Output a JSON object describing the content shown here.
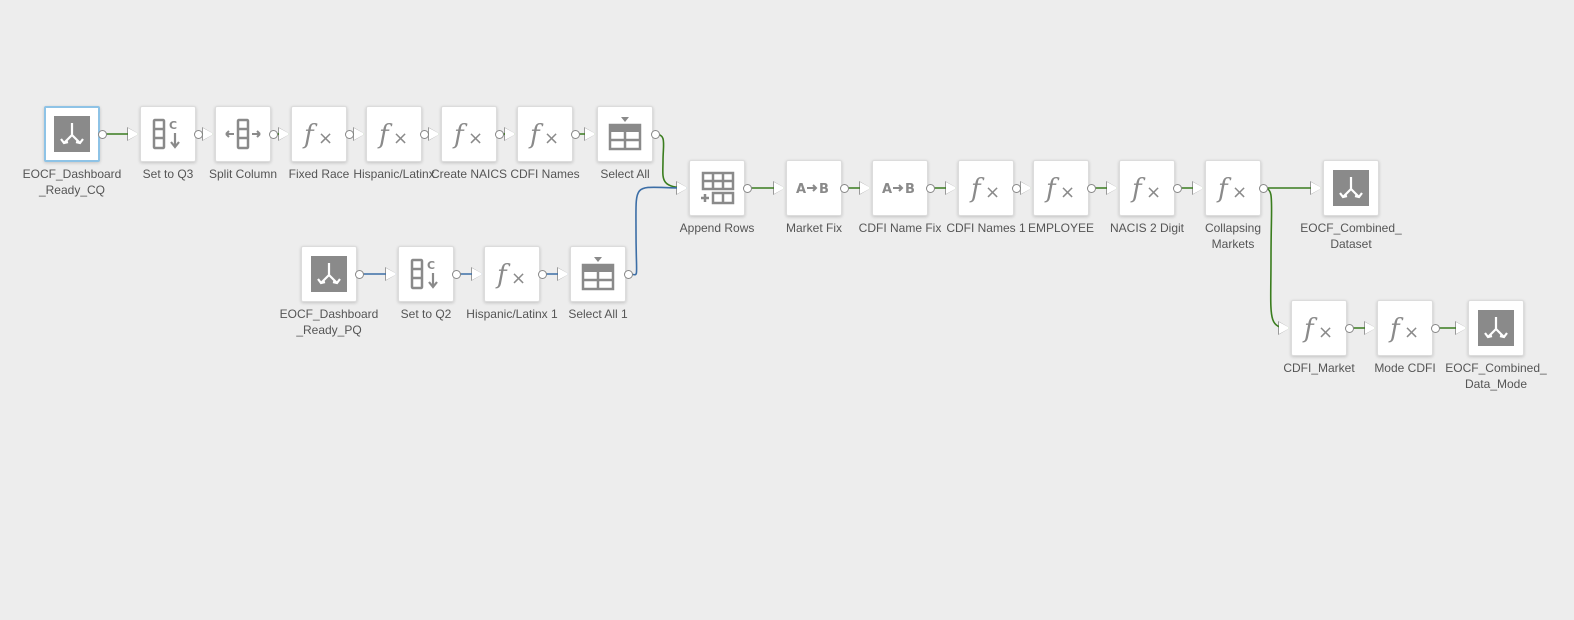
{
  "canvas": {
    "background": "#ededed"
  },
  "colors": {
    "flow_primary": "#3a7d1e",
    "flow_secondary": "#3c6ea6",
    "icon_gray": "#8a8a8a",
    "selected_border": "#8ec3e6"
  },
  "nodes": [
    {
      "id": "n1",
      "label": "EOCF_Dashboard\n_Ready_CQ",
      "icon": "input-icon",
      "selected": true
    },
    {
      "id": "n2",
      "label": "Set to Q3",
      "icon": "formula-column-icon"
    },
    {
      "id": "n3",
      "label": "Split Column",
      "icon": "split-column-icon"
    },
    {
      "id": "n4",
      "label": "Fixed Race",
      "icon": "formula-icon"
    },
    {
      "id": "n5",
      "label": "Hispanic/Latinx",
      "icon": "formula-icon"
    },
    {
      "id": "n6",
      "label": "Create NAICS",
      "icon": "formula-icon"
    },
    {
      "id": "n7",
      "label": "CDFI Names",
      "icon": "formula-icon"
    },
    {
      "id": "n8",
      "label": "Select All",
      "icon": "select-icon"
    },
    {
      "id": "n9",
      "label": "EOCF_Dashboard\n_Ready_PQ",
      "icon": "input-icon"
    },
    {
      "id": "n10",
      "label": "Set to Q2",
      "icon": "formula-column-icon"
    },
    {
      "id": "n11",
      "label": "Hispanic/Latinx 1",
      "icon": "formula-icon"
    },
    {
      "id": "n12",
      "label": "Select All 1",
      "icon": "select-icon"
    },
    {
      "id": "n13",
      "label": "Append Rows",
      "icon": "append-rows-icon"
    },
    {
      "id": "n14",
      "label": "Market Fix",
      "icon": "replace-icon"
    },
    {
      "id": "n15",
      "label": "CDFI Name Fix",
      "icon": "replace-icon"
    },
    {
      "id": "n16",
      "label": "CDFI Names 1",
      "icon": "formula-icon"
    },
    {
      "id": "n17",
      "label": "EMPLOYEE",
      "icon": "formula-icon"
    },
    {
      "id": "n18",
      "label": "NACIS 2 Digit",
      "icon": "formula-icon"
    },
    {
      "id": "n19",
      "label": "Collapsing\nMarkets",
      "icon": "formula-icon"
    },
    {
      "id": "n20",
      "label": "EOCF_Combined_\nDataset",
      "icon": "output-icon"
    },
    {
      "id": "n21",
      "label": "CDFI_Market",
      "icon": "formula-icon"
    },
    {
      "id": "n22",
      "label": "Mode CDFI",
      "icon": "formula-icon"
    },
    {
      "id": "n23",
      "label": "EOCF_Combined_\nData_Mode",
      "icon": "output-icon"
    }
  ],
  "connections": [
    {
      "from": "n1",
      "to": "n2",
      "flow": "primary"
    },
    {
      "from": "n2",
      "to": "n3",
      "flow": "primary"
    },
    {
      "from": "n3",
      "to": "n4",
      "flow": "primary"
    },
    {
      "from": "n4",
      "to": "n5",
      "flow": "primary"
    },
    {
      "from": "n5",
      "to": "n6",
      "flow": "primary"
    },
    {
      "from": "n6",
      "to": "n7",
      "flow": "primary"
    },
    {
      "from": "n7",
      "to": "n8",
      "flow": "primary"
    },
    {
      "from": "n8",
      "to": "n13",
      "flow": "primary"
    },
    {
      "from": "n9",
      "to": "n10",
      "flow": "secondary"
    },
    {
      "from": "n10",
      "to": "n11",
      "flow": "secondary"
    },
    {
      "from": "n11",
      "to": "n12",
      "flow": "secondary"
    },
    {
      "from": "n12",
      "to": "n13",
      "flow": "secondary"
    },
    {
      "from": "n13",
      "to": "n14",
      "flow": "primary"
    },
    {
      "from": "n14",
      "to": "n15",
      "flow": "primary"
    },
    {
      "from": "n15",
      "to": "n16",
      "flow": "primary"
    },
    {
      "from": "n16",
      "to": "n17",
      "flow": "primary"
    },
    {
      "from": "n17",
      "to": "n18",
      "flow": "primary"
    },
    {
      "from": "n18",
      "to": "n19",
      "flow": "primary"
    },
    {
      "from": "n19",
      "to": "n20",
      "flow": "primary"
    },
    {
      "from": "n19",
      "to": "n21",
      "flow": "primary"
    },
    {
      "from": "n21",
      "to": "n22",
      "flow": "primary"
    },
    {
      "from": "n22",
      "to": "n23",
      "flow": "primary"
    }
  ]
}
